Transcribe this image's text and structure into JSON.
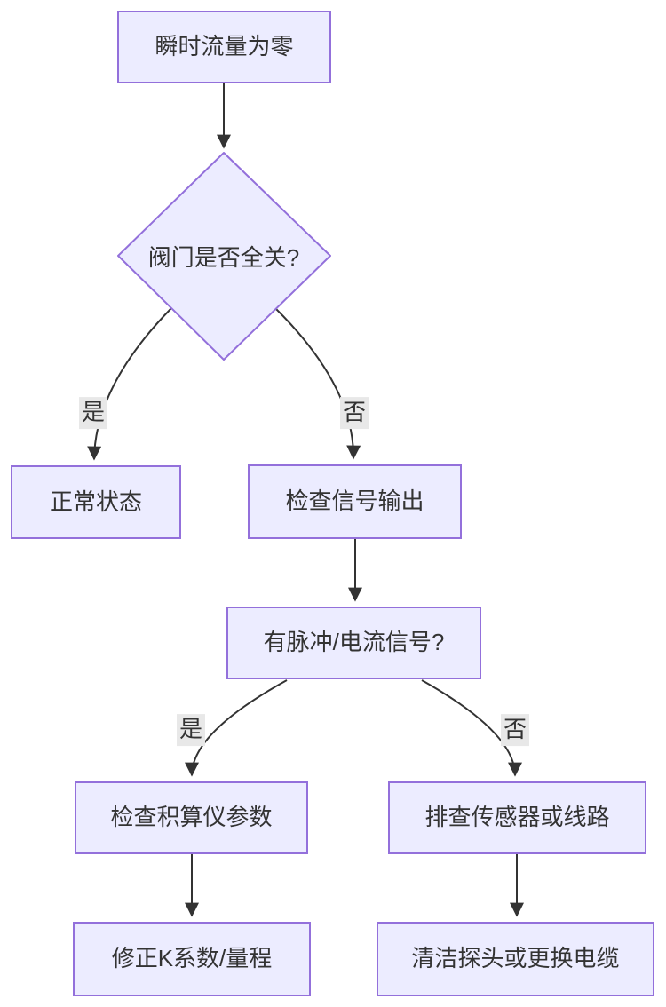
{
  "nodes": {
    "start": {
      "label": "瞬时流量为零"
    },
    "valve_check": {
      "label": "阀门是否全关?"
    },
    "normal": {
      "label": "正常状态"
    },
    "check_signal": {
      "label": "检查信号输出"
    },
    "signal_check": {
      "label": "有脉冲/电流信号?"
    },
    "check_totalizer": {
      "label": "检查积算仪参数"
    },
    "check_sensor": {
      "label": "排查传感器或线路"
    },
    "fix_k": {
      "label": "修正K系数/量程"
    },
    "clean_cable": {
      "label": "清洁探头或更换电缆"
    }
  },
  "edge_labels": {
    "valve_yes": "是",
    "valve_no": "否",
    "signal_yes": "是",
    "signal_no": "否"
  },
  "colors": {
    "node_fill": "#ECECFF",
    "node_border": "#9370DB",
    "edge": "#333333",
    "label_bg": "#e8e8e8",
    "text": "#333333",
    "background": "#ffffff"
  }
}
